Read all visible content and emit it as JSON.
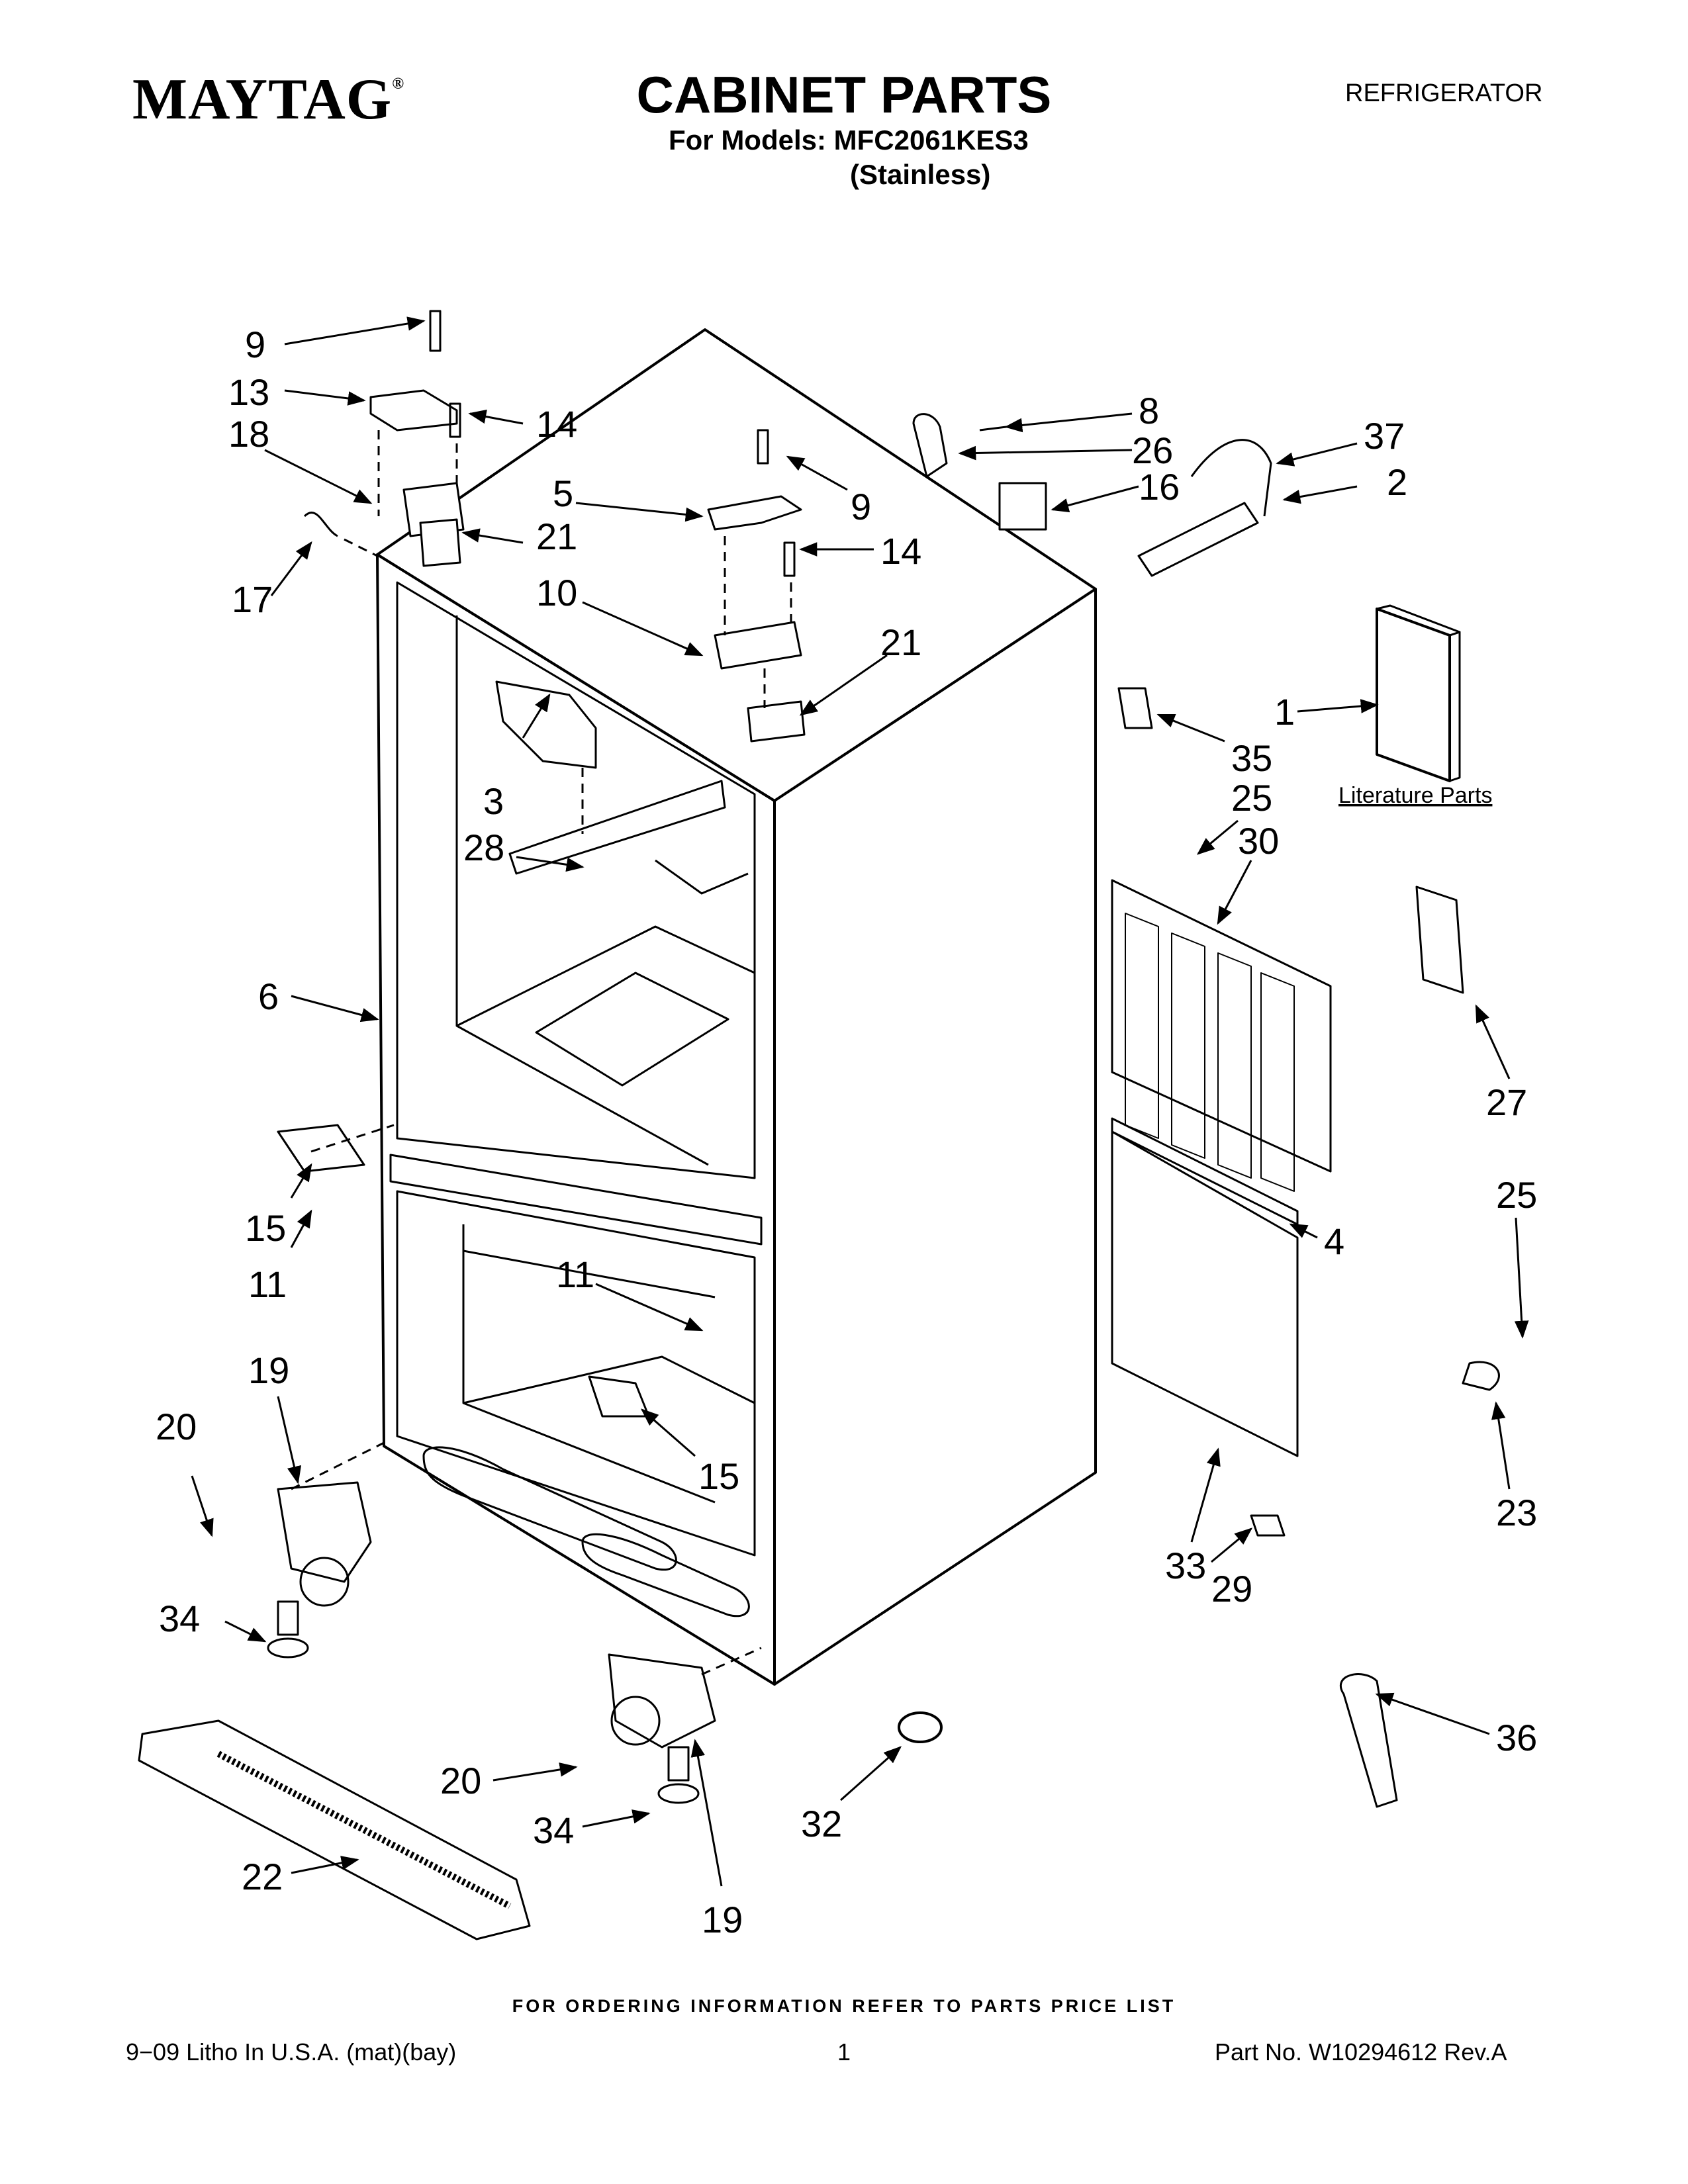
{
  "header": {
    "brand": "MAYTAG",
    "brand_mark": "®",
    "title": "CABINET PARTS",
    "models_line": "For Models: MFC2061KES3",
    "variant_line": "(Stainless)",
    "category": "REFRIGERATOR"
  },
  "diagram": {
    "literature_label": "Literature Parts",
    "callouts": [
      "9",
      "13",
      "14",
      "18",
      "21",
      "17",
      "5",
      "9",
      "14",
      "10",
      "21",
      "8",
      "26",
      "16",
      "37",
      "2",
      "1",
      "35",
      "25",
      "30",
      "3",
      "28",
      "6",
      "27",
      "15",
      "11",
      "4",
      "25",
      "11",
      "19",
      "20",
      "23",
      "15",
      "34",
      "33",
      "29",
      "36",
      "20",
      "34",
      "32",
      "19",
      "22"
    ]
  },
  "footer": {
    "ordering_note": "FOR ORDERING INFORMATION REFER TO PARTS PRICE LIST",
    "litho": "9−09 Litho In U.S.A. (mat)(bay)",
    "page_number": "1",
    "part_number": "Part No. W10294612 Rev.A"
  }
}
